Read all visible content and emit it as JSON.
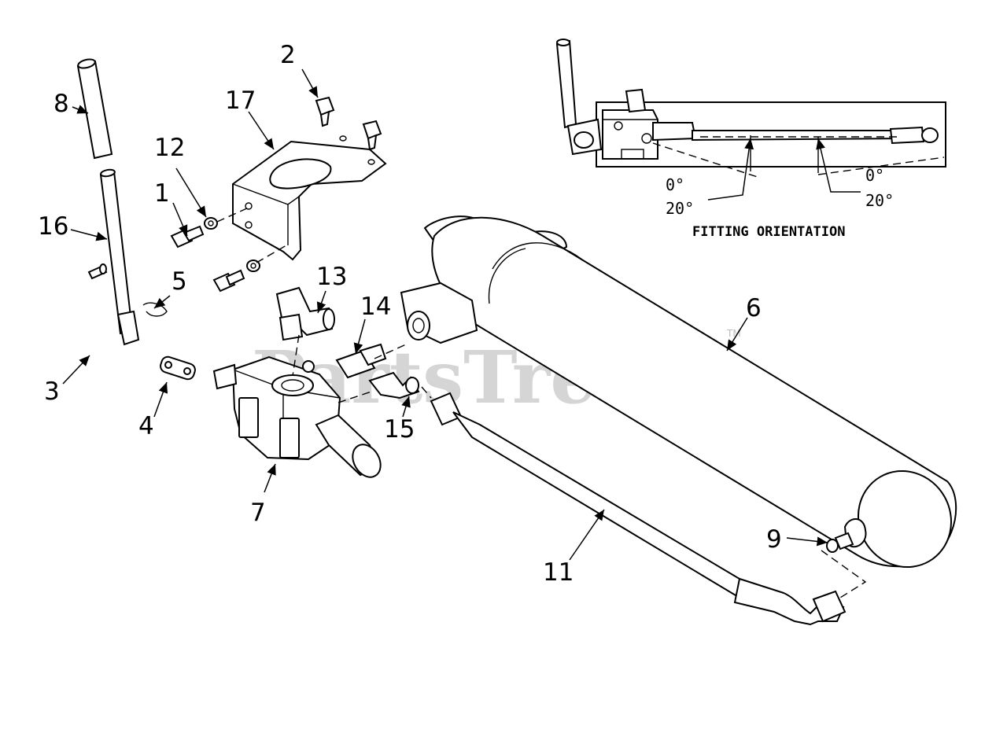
{
  "callouts": {
    "p1": "1",
    "p2": "2",
    "p3": "3",
    "p4": "4",
    "p5": "5",
    "p6": "6",
    "p7": "7",
    "p8": "8",
    "p9": "9",
    "p11": "11",
    "p12": "12",
    "p13": "13",
    "p14": "14",
    "p15": "15",
    "p16": "16",
    "p17": "17"
  },
  "inset": {
    "caption": "FITTING ORIENTATION",
    "left_zero": "0°",
    "left_twenty": "20°",
    "right_zero": "0°",
    "right_twenty": "20°"
  },
  "watermark": {
    "brand": "PartsTree",
    "trademark": "TM"
  },
  "colors": {
    "line": "#000000",
    "background": "#ffffff",
    "watermark": "#c8c8c8"
  }
}
